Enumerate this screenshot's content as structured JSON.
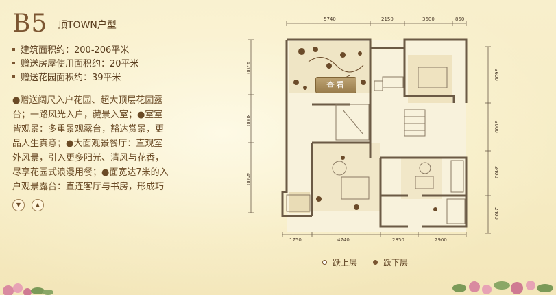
{
  "plan": {
    "code": "B5",
    "type": "顶TOWN户型"
  },
  "specs": [
    "建筑面积约：200-206平米",
    "赠送房屋使用面积约：20平米",
    "赠送花园面积约：39平米"
  ],
  "description": "●赠送阔尺入户花园、超大顶层花园露台；一路风光入户，藏景入室；●室室皆观景：多重景观露台，豁达赏景，更品人生真意；●大面观景餐厅：直观室外风景，引入更多阳光、清风与花香，尽享花园式浪漫用餐；●面宽达7米的入户观景露台：直连客厅与书房，形成巧",
  "nav": {
    "down_icon": "▼",
    "up_icon": "▲"
  },
  "floorplan": {
    "top_dims": [
      "5740",
      "2150",
      "3600",
      "850"
    ],
    "bottom_dims": [
      "1750",
      "4740",
      "2850",
      "2900"
    ],
    "left_dims": [
      "4200",
      "3000",
      "4500"
    ],
    "right_dims": [
      "3600",
      "3000",
      "3400",
      "2400"
    ],
    "view_button": "查看"
  },
  "legend": {
    "upper": "跃上层",
    "lower": "跃下层",
    "upper_color": "#ffffff",
    "lower_color": "#7a5530"
  },
  "colors": {
    "wall": "#6b5a45",
    "dim_line": "#6a5a48"
  }
}
